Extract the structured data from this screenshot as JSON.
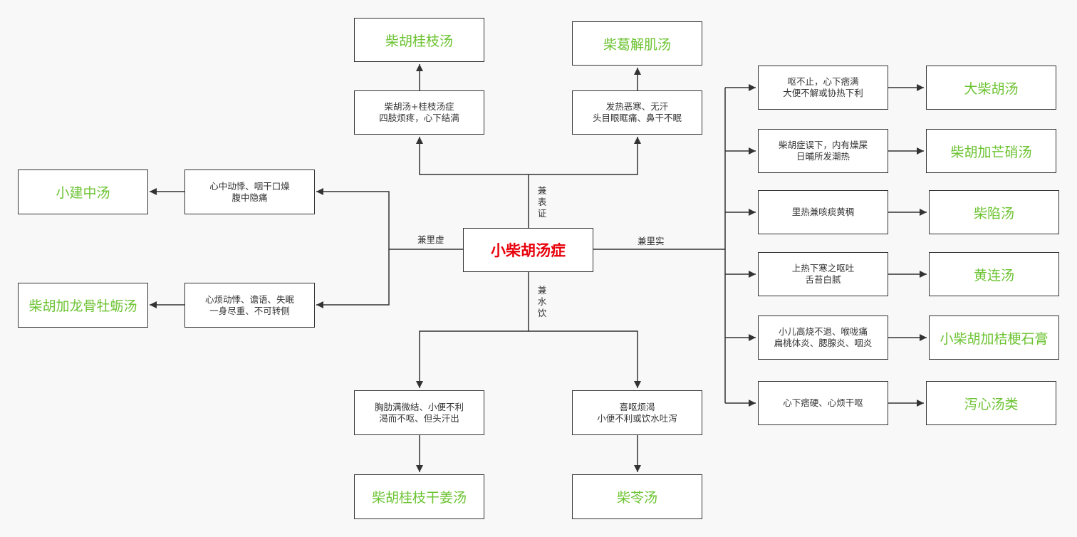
{
  "center": "小柴胡汤症",
  "edge_labels": {
    "top": "兼\n表\n证",
    "bottom": "兼\n水\n饮",
    "left": "兼里虚",
    "right": "兼里实"
  },
  "top": [
    {
      "condition": "柴胡汤+桂枝汤症\n四肢烦疼，心下结满",
      "result": "柴胡桂枝汤"
    },
    {
      "condition": "发热恶寒、无汗\n头目眼眶痛、鼻干不眠",
      "result": "柴葛解肌汤"
    }
  ],
  "bottom": [
    {
      "condition": "胸肋满微结、小便不利\n渴而不呕、但头汗出",
      "result": "柴胡桂枝干姜汤"
    },
    {
      "condition": "喜呕烦渴\n小便不利或饮水吐泻",
      "result": "柴苓汤"
    }
  ],
  "left": [
    {
      "condition": "心中动悸、咽干口燥\n腹中隐痛",
      "result": "小建中汤"
    },
    {
      "condition": "心烦动悸、谵语、失眠\n一身尽重、不可转侧",
      "result": "柴胡加龙骨牡蛎汤"
    }
  ],
  "right": [
    {
      "condition": "呕不止，心下痞满\n大便不解或协热下利",
      "result": "大柴胡汤"
    },
    {
      "condition": "柴胡症误下，内有燥屎\n日晡所发潮热",
      "result": "柴胡加芒硝汤"
    },
    {
      "condition": "里热兼咳痰黄稠",
      "result": "柴陷汤"
    },
    {
      "condition": "上热下寒之呕吐\n舌苔白腻",
      "result": "黄连汤"
    },
    {
      "condition": "小儿高烧不退、喉咙痛\n扁桃体炎、腮腺炎、咽炎",
      "result": "小柴胡加桔梗石膏"
    },
    {
      "condition": "心下痞硬、心烦干呕",
      "result": "泻心汤类"
    }
  ],
  "colors": {
    "result_text": "#6cc332",
    "center_text": "#e8000b",
    "line": "#333333",
    "background": "#f8f8f8"
  }
}
